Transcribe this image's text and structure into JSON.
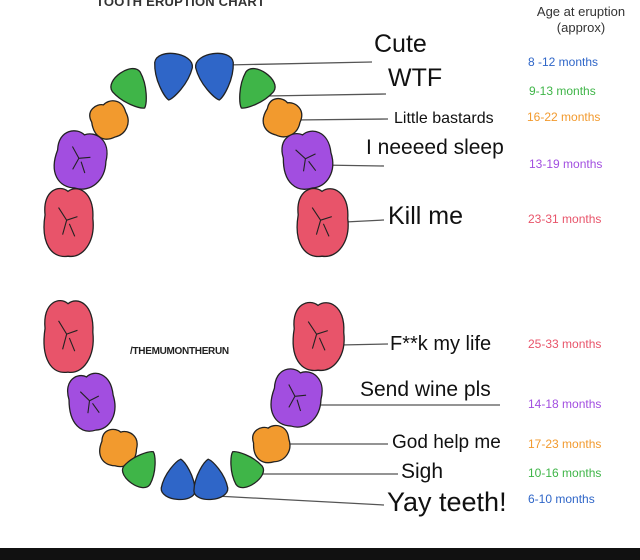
{
  "title": "TOOTH ERUPTION CHART",
  "age_header": [
    "Age at eruption",
    "(approx)"
  ],
  "watermark": "/THEMUMONTHERUN",
  "colors": {
    "blue": "#2f66c8",
    "green": "#3fb548",
    "orange": "#f29a2e",
    "purple": "#a24ee0",
    "red": "#e8546a",
    "line": "#555555"
  },
  "upper": [
    {
      "label": "Cute",
      "age": "8 -12 months",
      "tooth": "central incisor",
      "color": "blue"
    },
    {
      "label": "WTF",
      "age": "9-13 months",
      "tooth": "lateral incisor",
      "color": "green"
    },
    {
      "label": "Little bastards",
      "age": "16-22 months",
      "tooth": "canine",
      "color": "orange"
    },
    {
      "label": "I neeeed sleep",
      "age": "13-19 months",
      "tooth": "first molar",
      "color": "purple"
    },
    {
      "label": "Kill me",
      "age": "23-31 months",
      "tooth": "second molar",
      "color": "red"
    }
  ],
  "lower": [
    {
      "label": "F**k my life",
      "age": "25-33 months",
      "tooth": "second molar",
      "color": "red"
    },
    {
      "label": "Send wine pls",
      "age": "14-18 months",
      "tooth": "first molar",
      "color": "purple"
    },
    {
      "label": "God help me",
      "age": "17-23 months",
      "tooth": "canine",
      "color": "orange"
    },
    {
      "label": "Sigh",
      "age": "10-16 months",
      "tooth": "lateral incisor",
      "color": "green"
    },
    {
      "label": "Yay teeth!",
      "age": "6-10 months",
      "tooth": "central incisor",
      "color": "blue"
    }
  ]
}
